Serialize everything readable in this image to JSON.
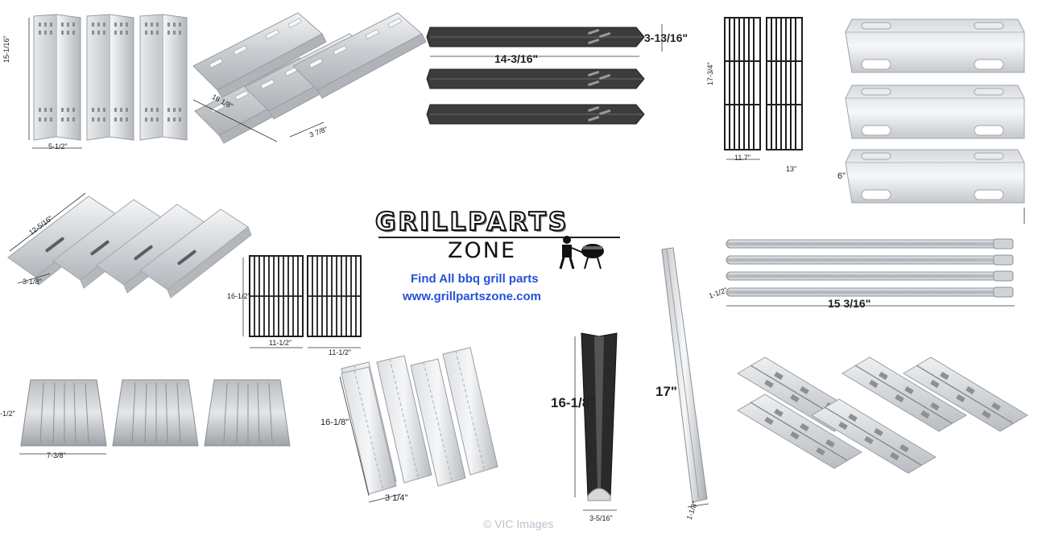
{
  "colors": {
    "steel": "#c9ccd0",
    "steel_dark": "#8c9096",
    "cast_iron": "#1e1e1e",
    "porcelain": "#4a4a4a",
    "brand_blue": "#2451d6",
    "watermark": "#b9c3cc"
  },
  "logo": {
    "main": "GRILLPARTS",
    "sub": "ZONE",
    "tagline": "Find All bbq grill parts",
    "url": "www.grillpartszone.com",
    "icon": "grill-chef-icon"
  },
  "watermark": "© VIC Images",
  "dimensions": {
    "p1_height": "15-1/16\"",
    "p1_width": "5-1/2\"",
    "p2_length": "16 1/8\"",
    "p2_width": "3 7/8\"",
    "p3_height": "3-13/16\"",
    "p3_length": "14-3/16\"",
    "p4_height": "17-3/4\"",
    "p4_width1": "11.7\"",
    "p4_width2": "13\"",
    "p5_height": "6\"",
    "p6_length": "12-5/16\"",
    "p6_width": "3-1/8\"",
    "p7_height": "16-1/2\"",
    "p7_width1": "11-1/2\"",
    "p7_width2": "11-1/2\"",
    "p8_length": "15 3/16\"",
    "p8_dia": "1-1/2\"",
    "p9_height": "-1/2\"",
    "p9_width": "7-3/8\"",
    "p10_length": "16-1/8\"",
    "p10_width": "3 1/4\"",
    "p11_length": "16-1/8\"",
    "p11_width": "3-5/16\"",
    "p12_length": "17\"",
    "p12_width": "1-1/8\""
  }
}
